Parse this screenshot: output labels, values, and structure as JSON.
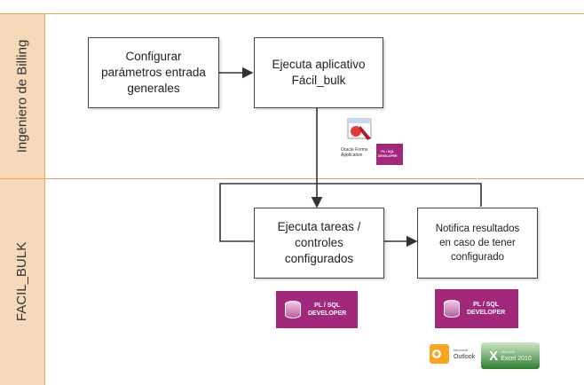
{
  "lanes": [
    {
      "label": "Ingeniero de Billing"
    },
    {
      "label": "FACIL_BULK"
    }
  ],
  "boxes": {
    "configurar": "Configurar\nparámetros entrada\ngenerales",
    "ejecuta_aplicativo": "Ejecuta aplicativo\nFácil_bulk",
    "ejecuta_tareas": "Ejecuta tareas /\ncontroles\nconfigurados",
    "notifica": "Notifica resultados\nen caso de tener\nconfigurado"
  },
  "logos": {
    "oracle_forms": "Oracle Forms\nApplication",
    "plsql": "PL / SQL\nDEVELOPER",
    "outlook_small": "Microsoft",
    "outlook": "Outlook",
    "excel_small": "Microsoft",
    "excel": "Excel 2010"
  },
  "colors": {
    "lane_border": "#f0a25d",
    "lane_header": "#f6d9b9",
    "plsql_badge": "#a2287c"
  }
}
